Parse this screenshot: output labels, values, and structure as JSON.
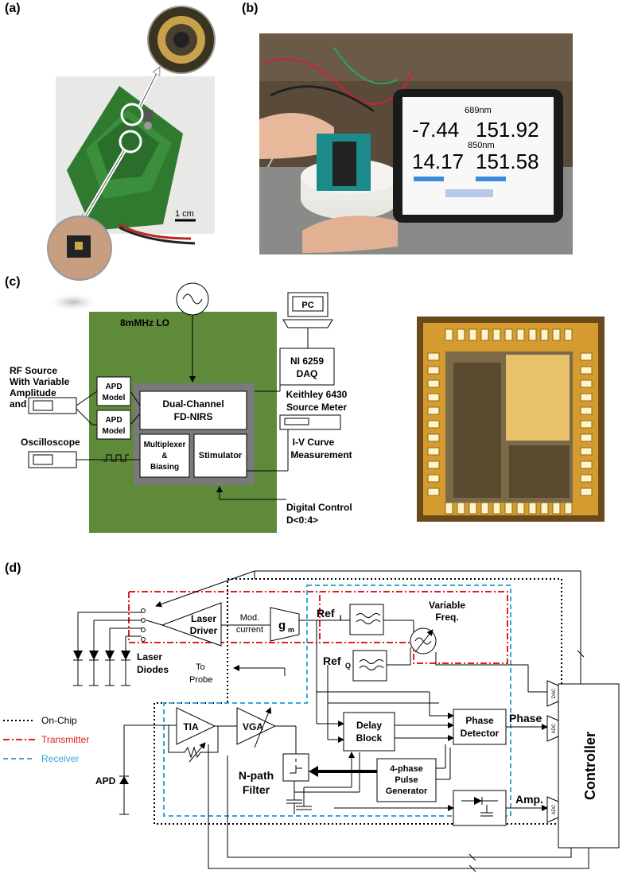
{
  "panels": {
    "a": "(a)",
    "b": "(b)",
    "c": "(c)",
    "d": "(d)"
  },
  "photo_a": {
    "scale_label": "1 cm"
  },
  "photo_b": {
    "wl1": "689nm",
    "wl2": "850nm",
    "v1": "-7.44",
    "v2": "151.92",
    "v3": "14.17",
    "v4": "151.58"
  },
  "diagram_c": {
    "lo_label": "8mMHz LO",
    "pc_label": "PC",
    "daq_label_1": "NI 6259",
    "daq_label_2": "DAQ",
    "rf_label_1": "RF Source",
    "rf_label_2": "With Variable",
    "rf_label_3": "Amplitude",
    "rf_label_4": "and Phase",
    "apd1_1": "APD",
    "apd1_2": "Model",
    "apd2_1": "APD",
    "apd2_2": "Model",
    "fd_1": "Dual-Channel",
    "fd_2": "FD-NIRS",
    "mux_1": "Multiplexer",
    "mux_2": "&",
    "mux_3": "Biasing",
    "stim": "Stimulator",
    "osc": "Oscilloscope",
    "keithley_1": "Keithley 6430",
    "keithley_2": "Source Meter",
    "iv_1": "I-V Curve",
    "iv_2": "Measurement",
    "dc_1": "Digital Control",
    "dc_2": "D<0:4>"
  },
  "diagram_d": {
    "laser_driver_1": "Laser",
    "laser_driver_2": "Driver",
    "mod_1": "Mod.",
    "mod_2": "current",
    "gm": "g",
    "gm_sub": "m",
    "refi": "Ref",
    "refi_sub": "I",
    "refq": "Ref",
    "refq_sub": "Q",
    "varfreq_1": "Variable",
    "varfreq_2": "Freq.",
    "laser_diodes_1": "Laser",
    "laser_diodes_2": "Diodes",
    "to_probe_1": "To",
    "to_probe_2": "Probe",
    "legend_onchip": "On-Chip",
    "legend_tx": "Transmitter",
    "legend_rx": "Receiver",
    "tia": "TIA",
    "vga": "VGA",
    "delay_1": "Delay",
    "delay_2": "Block",
    "phase_det_1": "Phase",
    "phase_det_2": "Detector",
    "phase_out": "Phase",
    "amp_out": "Amp.",
    "pulse_1": "4-phase",
    "pulse_2": "Pulse",
    "pulse_3": "Generator",
    "npath_1": "N-path",
    "npath_2": "Filter",
    "apd": "APD",
    "controller": "Controller",
    "dac": "DAC",
    "adc1": "ADC",
    "adc2": "ADC"
  },
  "colors": {
    "pcb_green": "#5f8a3a",
    "tx_red": "#e02020",
    "rx_blue": "#36a6d8"
  }
}
